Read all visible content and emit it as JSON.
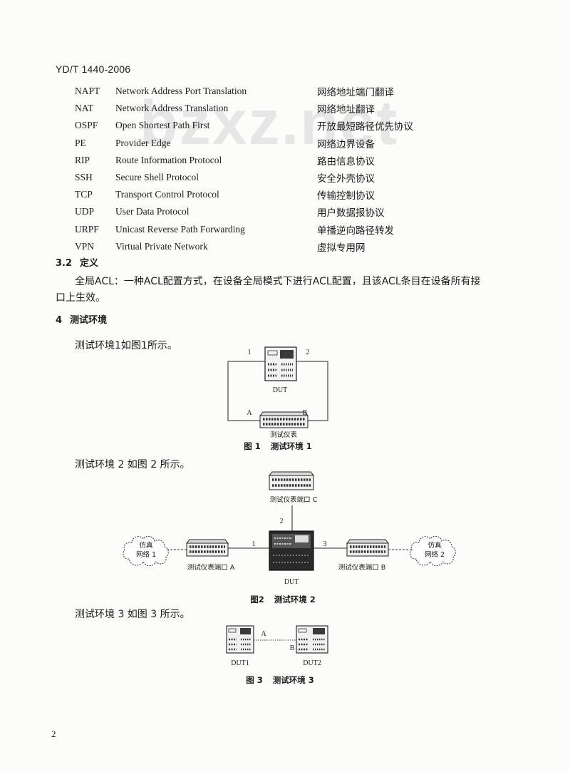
{
  "header": {
    "doc_id": "YD/T 1440-2006"
  },
  "watermark": {
    "text": "bzxz.net"
  },
  "abbreviations": [
    {
      "abbr": "NAPT",
      "en": "Network Address Port Translation",
      "zh": "网络地址端门翻译"
    },
    {
      "abbr": "NAT",
      "en": "Network Address Translation",
      "zh": "网络地址翻译"
    },
    {
      "abbr": "OSPF",
      "en": "Open Shortest Path First",
      "zh": "开放最短路径优先协议"
    },
    {
      "abbr": "PE",
      "en": "Provider Edge",
      "zh": "网络边界设备"
    },
    {
      "abbr": "RIP",
      "en": "Route Information Protocol",
      "zh": "路由信息协议"
    },
    {
      "abbr": "SSH",
      "en": "Secure Shell Protocol",
      "zh": "安全外壳协议"
    },
    {
      "abbr": "TCP",
      "en": "Transport Control Protocol",
      "zh": "传输控制协议"
    },
    {
      "abbr": "UDP",
      "en": "User Data Protocol",
      "zh": "用户数据报协议"
    },
    {
      "abbr": "URPF",
      "en": "Unicast Reverse Path Forwarding",
      "zh": "单播逆向路径转发"
    },
    {
      "abbr": "VPN",
      "en": "Virtual Private Network",
      "zh": "虚拟专用网"
    }
  ],
  "section_3_2": {
    "number": "3.2",
    "title": "定义"
  },
  "definition": {
    "lines": [
      "全局ACL：一种ACL配置方式，在设备全局模式下进行ACL配置，且该ACL条目在设备所有接",
      "口上生效。"
    ]
  },
  "section_4": {
    "number": "4",
    "title": "测试环境"
  },
  "figure_1": {
    "intro": "测试环境1如图1所示。",
    "port_1": "1",
    "port_2": "2",
    "dut_label": "DUT",
    "port_a": "A",
    "port_b": "B",
    "tester_label": "测试仪表",
    "caption_number": "图 1",
    "caption_title": "测试环境 1"
  },
  "figure_2": {
    "intro": "测试环境 2 如图 2 所示。",
    "tester_c_label": "测试仪表端口 C",
    "port_1": "1",
    "port_2": "2",
    "port_3": "3",
    "dut_label": "DUT",
    "tester_a_label": "测试仪表端口 A",
    "tester_b_label": "测试仪表端口 B",
    "cloud_1": {
      "line1": "仿真",
      "line2": "网络 1"
    },
    "cloud_2": {
      "line1": "仿真",
      "line2": "网络 2"
    },
    "caption_number": "图2",
    "caption_title": "测试环境 2"
  },
  "figure_3": {
    "intro": "测试环境 3 如图 3 所示。",
    "port_a": "A",
    "port_b": "B",
    "dut1_label": "DUT1",
    "dut2_label": "DUT2",
    "caption_number": "图 3",
    "caption_title": "测试环境 3"
  },
  "page_number": "2"
}
